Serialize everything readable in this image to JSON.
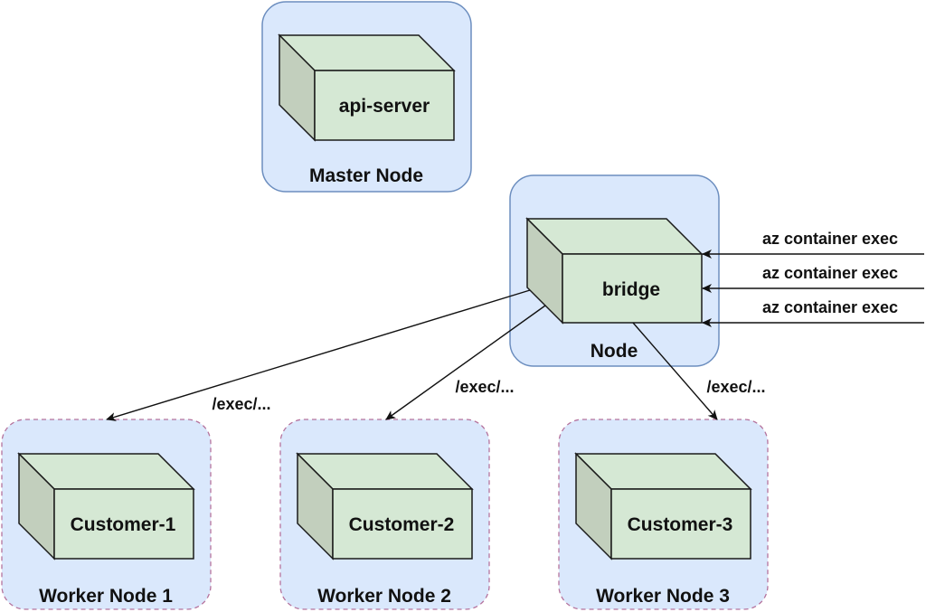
{
  "colors": {
    "node_fill": "#dae8fc",
    "node_stroke": "#6c8ebf",
    "worker_stroke": "#b5739d",
    "box_front": "#d5e8d4",
    "box_side": "#c2cfbd",
    "box_top": "#d5e8d4",
    "box_stroke": "#1a1a1a",
    "arrow": "#111111"
  },
  "containers": {
    "master": {
      "label": "Master Node",
      "style": "solid"
    },
    "node": {
      "label": "Node",
      "style": "solid"
    },
    "worker1": {
      "label": "Worker Node 1",
      "style": "dashed"
    },
    "worker2": {
      "label": "Worker Node 2",
      "style": "dashed"
    },
    "worker3": {
      "label": "Worker Node 3",
      "style": "dashed"
    }
  },
  "boxes": {
    "api_server": {
      "label": "api-server",
      "icon": "cube-icon"
    },
    "bridge": {
      "label": "bridge",
      "icon": "cube-icon"
    },
    "customer1": {
      "label": "Customer-1",
      "icon": "cube-icon"
    },
    "customer2": {
      "label": "Customer-2",
      "icon": "cube-icon"
    },
    "customer3": {
      "label": "Customer-3",
      "icon": "cube-icon"
    }
  },
  "incoming": [
    {
      "label": "az container exec"
    },
    {
      "label": "az container exec"
    },
    {
      "label": "az container exec"
    }
  ],
  "edges": [
    {
      "from": "bridge",
      "to": "worker1",
      "label": "/exec/..."
    },
    {
      "from": "bridge",
      "to": "worker2",
      "label": "/exec/..."
    },
    {
      "from": "bridge",
      "to": "worker3",
      "label": "/exec/..."
    }
  ]
}
